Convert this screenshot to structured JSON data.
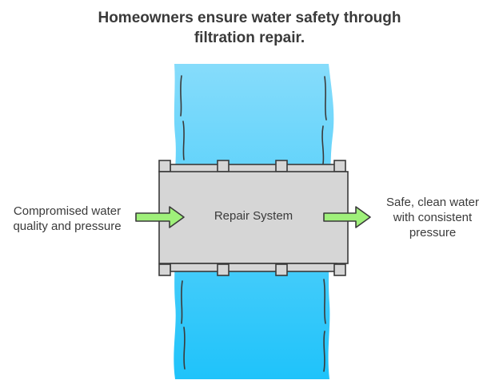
{
  "title": {
    "line1": "Homeowners ensure water safety through",
    "line2": "filtration repair."
  },
  "input_label": {
    "line1": "Compromised water",
    "line2": "quality and pressure"
  },
  "center_label": "Repair System",
  "output_label": {
    "line1": "Safe, clean water",
    "line2": "with consistent",
    "line3": "pressure"
  },
  "colors": {
    "water_top": "#86dcfb",
    "water_bottom": "#1fc3fa",
    "box_fill": "#d6d6d6",
    "stroke": "#3a3a3a",
    "arrow_fill": "#9ff07a"
  }
}
